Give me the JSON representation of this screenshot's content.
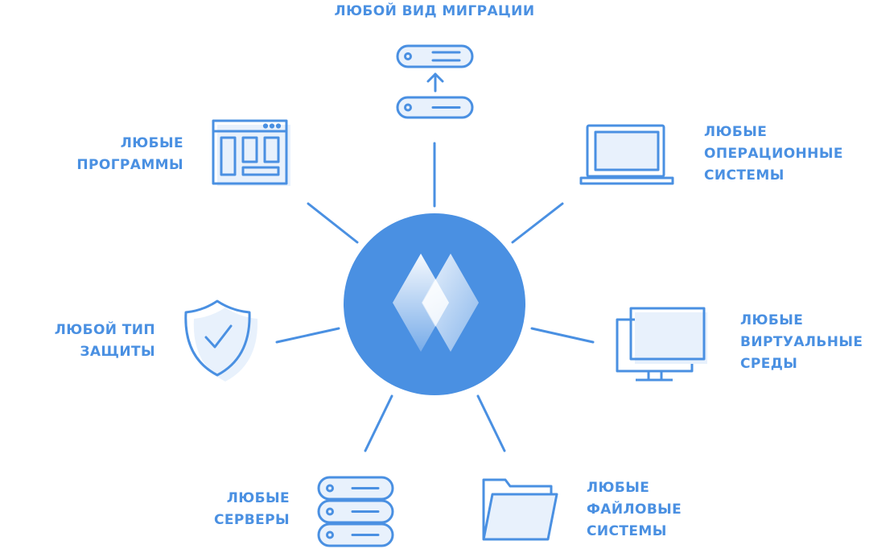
{
  "colors": {
    "accent": "#4a90e2",
    "icon_fill": "#e8f1fc",
    "icon_stroke": "#4a90e2",
    "hub": "#4a90e2"
  },
  "hub": {
    "icon": "diamond-logo-icon"
  },
  "nodes": {
    "migration": {
      "icon": "server-migration-icon",
      "lines": [
        "ЛЮБОЙ ВИД МИГРАЦИИ"
      ]
    },
    "programs": {
      "icon": "app-window-icon",
      "lines": [
        "ЛЮБЫЕ",
        "ПРОГРАММЫ"
      ]
    },
    "os": {
      "icon": "laptop-icon",
      "lines": [
        "ЛЮБЫЕ",
        "ОПЕРАЦИОННЫЕ",
        "СИСТЕМЫ"
      ]
    },
    "protection": {
      "icon": "shield-check-icon",
      "lines": [
        "ЛЮБОЙ ТИП",
        "ЗАЩИТЫ"
      ]
    },
    "virtual": {
      "icon": "monitors-icon",
      "lines": [
        "ЛЮБЫЕ",
        "ВИРТУАЛЬНЫЕ",
        "СРЕДЫ"
      ]
    },
    "servers": {
      "icon": "server-stack-icon",
      "lines": [
        "ЛЮБЫЕ",
        "СЕРВЕРЫ"
      ]
    },
    "filesystems": {
      "icon": "folder-icon",
      "lines": [
        "ЛЮБЫЕ",
        "ФАЙЛОВЫЕ",
        "СИСТЕМЫ"
      ]
    }
  }
}
